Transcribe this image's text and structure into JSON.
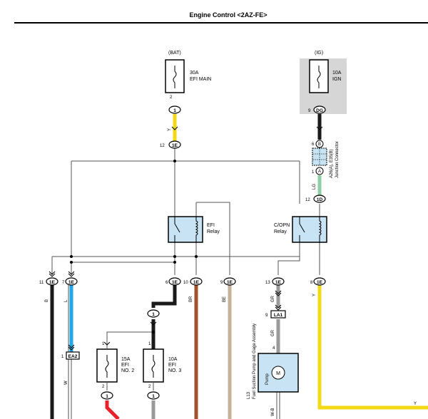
{
  "title": "Engine Control <2AZ-FE>",
  "sources": {
    "bat": "(BAT)",
    "ig": "(IG)"
  },
  "fuses": {
    "efi_main": {
      "amp": "30A",
      "name": "EFI MAIN"
    },
    "ign": {
      "amp": "10A",
      "name": "IGN"
    },
    "efi_no2": {
      "amp": "15A",
      "name1": "EFI",
      "name2": "NO. 2"
    },
    "efi_no3": {
      "amp": "10A",
      "name1": "EFI",
      "name2": "NO. 3"
    }
  },
  "relays": {
    "efi": {
      "line1": "EFI",
      "line2": "Relay"
    },
    "copn": {
      "line1": "C/OPN",
      "line2": "Relay"
    }
  },
  "junction_connector": {
    "code": "A26(A), E35(B)",
    "name": "Junction Connector",
    "pin_b": "B",
    "pin_a": "A",
    "pin_b_no": "6",
    "pin_a_no": "1"
  },
  "connectors": {
    "bat_1": "1",
    "bat_pin": "2",
    "ig_1e": "1E",
    "ig_pin": "12",
    "ig_dg": "DG",
    "ig_dg_pin": "9",
    "ig_1d": "1D",
    "ig_1d_pin": "12",
    "bot": [
      {
        "pin": "11",
        "code": "1E"
      },
      {
        "pin": "7",
        "code": "1E"
      },
      {
        "pin": "6",
        "code": "1E"
      },
      {
        "pin": "10",
        "code": "1E"
      },
      {
        "pin": "9",
        "code": "1E"
      },
      {
        "pin": "13",
        "code": "1E"
      },
      {
        "pin": "8",
        "code": "1E"
      }
    ],
    "ea2": {
      "pin": "1",
      "code": "EA2"
    },
    "la1": {
      "pin": "9",
      "code": "LA1"
    },
    "j1_mid": "1",
    "efi2_pin_top": "1",
    "efi2_pin_bot": "2",
    "efi2_conn": "1",
    "efi3_pin_top": "1",
    "efi3_pin_bot": "2",
    "efi3_conn": "1",
    "pump_pin": "4"
  },
  "wire_colors": {
    "y_top": "Y",
    "lg": "LG",
    "b": "B",
    "l": "L",
    "br": "BR",
    "be": "BE",
    "gr_top": "GR",
    "gr_mid": "GR",
    "y_right": "Y",
    "y_bottom": "Y",
    "w": "W",
    "wb": "W-B"
  },
  "pump": {
    "component": "L13",
    "name": "Fuel Suction Pump and Gage Assembly",
    "label": "Pump",
    "symbol": "M"
  },
  "colors": {
    "yellow": "#f3d816",
    "black": "#1a1a1a",
    "blue": "#1fa8e6",
    "brown": "#a0522d",
    "beige": "#c8b19a",
    "gray": "#999999",
    "green": "#8ecfa6",
    "red": "#e8202a",
    "relay_fill": "#c8e4f4",
    "ig_fill": "#d6d6d6",
    "thin": "#555555"
  }
}
